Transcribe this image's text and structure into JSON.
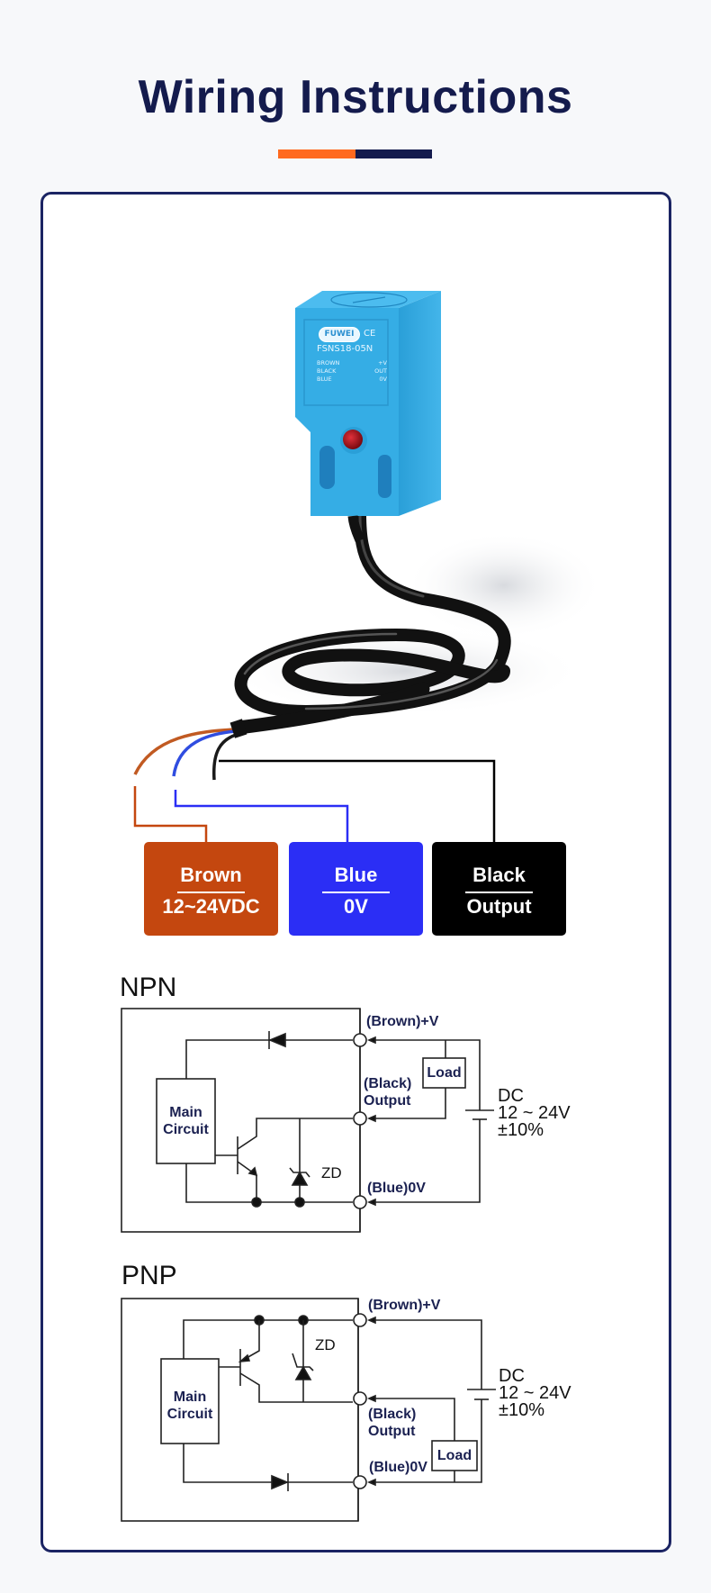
{
  "page": {
    "title": "Wiring Instructions",
    "accent_colors": [
      "#ff6a1f",
      "#141b4d"
    ]
  },
  "sensor": {
    "brand": "FUWEI",
    "cert": "CE",
    "model": "FSNS18-05N",
    "wire_table": [
      {
        "wire": "BROWN",
        "function": "+V"
      },
      {
        "wire": "BLACK",
        "function": "OUT"
      },
      {
        "wire": "BLUE",
        "function": "0V"
      }
    ],
    "body_color": "#2ea7e0"
  },
  "wires": [
    {
      "name": "Brown",
      "value": "12~24VDC",
      "color": "#c4470f"
    },
    {
      "name": "Blue",
      "value": "0V",
      "color": "#2b2ef5"
    },
    {
      "name": "Black",
      "value": "Output",
      "color": "#000000"
    }
  ],
  "npn": {
    "title": "NPN",
    "main_circuit": [
      "Main",
      "Circuit"
    ],
    "zener": "ZD",
    "terminals": {
      "v": "(Brown)+V",
      "out1": "(Black)",
      "out2": "Output",
      "gnd": "(Blue)0V"
    },
    "load": "Load",
    "supply": [
      "DC",
      "12 ~ 24V",
      "±10%"
    ]
  },
  "pnp": {
    "title": "PNP",
    "main_circuit": [
      "Main",
      "Circuit"
    ],
    "zener": "ZD",
    "terminals": {
      "v": "(Brown)+V",
      "out1": "(Black)",
      "out2": "Output",
      "gnd": "(Blue)0V"
    },
    "load": "Load",
    "supply": [
      "DC",
      "12 ~ 24V",
      "±10%"
    ]
  }
}
